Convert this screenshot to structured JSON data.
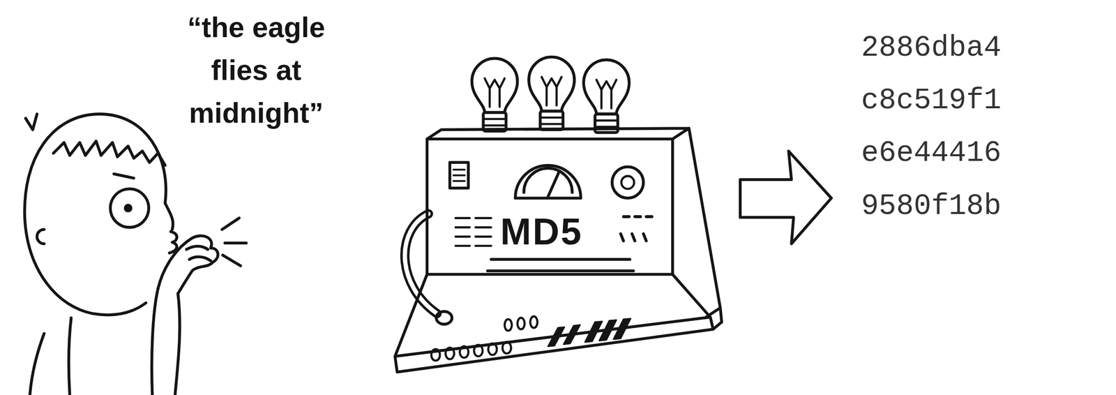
{
  "diagram": {
    "nodes": [
      {
        "text": [
          "MD5"
        ]
      }
    ],
    "labels": [
      "“the eagle flies at midnight”",
      "2886dba4 c8c519f1 e6e44416 9580f18b"
    ]
  }
}
